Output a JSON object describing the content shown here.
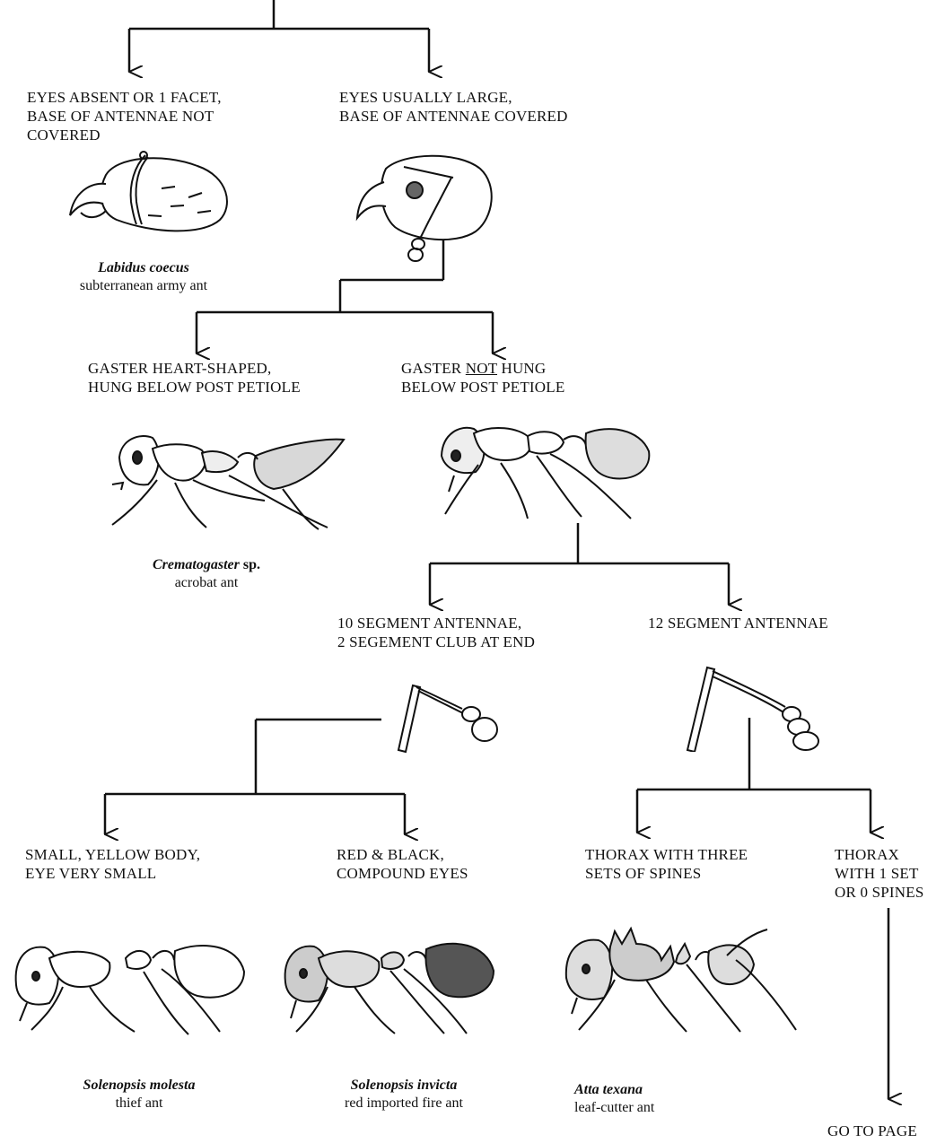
{
  "nodes": {
    "eyes_absent": "EYES ABSENT OR 1 FACET,\nBASE OF ANTENNAE NOT\nCOVERED",
    "eyes_large": "EYES USUALLY LARGE,\nBASE OF ANTENNAE COVERED",
    "gaster_heart": "GASTER HEART-SHAPED,\nHUNG BELOW POST PETIOLE",
    "gaster_not_prefix": "GASTER ",
    "gaster_not_word": "NOT",
    "gaster_not_suffix": " HUNG\nBELOW POST PETIOLE",
    "ten_segment": "10 SEGMENT ANTENNAE,\n2 SEGEMENT CLUB AT END",
    "twelve_segment": "12 SEGMENT ANTENNAE",
    "small_yellow": "SMALL, YELLOW BODY,\nEYE VERY SMALL",
    "red_black": "RED & BLACK,\nCOMPOUND EYES",
    "three_spines": "THORAX WITH THREE\nSETS OF SPINES",
    "one_spine": "THORAX\nWITH 1 SET\nOR 0 SPINES",
    "go_to_page": "GO TO PAGE"
  },
  "species": [
    {
      "scientific": "Labidus coecus",
      "common": "subterranean army ant"
    },
    {
      "scientific": "Crematogaster",
      "suffix": " sp.",
      "common": "acrobat ant"
    },
    {
      "scientific": "Solenopsis molesta",
      "common": "thief ant"
    },
    {
      "scientific": "Solenopsis invicta",
      "common": "red imported fire ant"
    },
    {
      "scientific": "Atta texana",
      "common": "leaf-cutter ant"
    }
  ]
}
